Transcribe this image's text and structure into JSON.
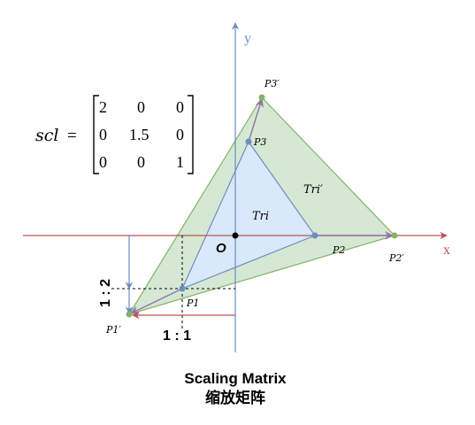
{
  "colors": {
    "x_axis": "#b85450",
    "y_axis": "#6c8ebf",
    "original_fill": "#dae8fc",
    "original_stroke": "#6c8ebf",
    "scaled_fill": "#d5e8d4",
    "scaled_stroke": "#82b366",
    "transform_arrow": "#9673a6",
    "scaled_point": "#82b366",
    "original_point": "#6c8ebf",
    "origin_point": "#000000"
  },
  "axes": {
    "x_label": "x",
    "y_label": "y",
    "origin_label": "O"
  },
  "matrix": {
    "name": "scl",
    "equals": "=",
    "rows": [
      [
        "2",
        "0",
        "0"
      ],
      [
        "0",
        "1.5",
        "0"
      ],
      [
        "0",
        "0",
        "1"
      ]
    ]
  },
  "triangles": {
    "original_label": "Tri",
    "scaled_label": "Tri′"
  },
  "points": {
    "p1": "P1",
    "p2": "P2",
    "p3": "P3",
    "p1s": "P1′",
    "p2s": "P2′",
    "p3s": "P3′"
  },
  "ratios": {
    "horizontal": "1 : 1",
    "vertical": "1 : 2"
  },
  "caption": {
    "title": "Scaling Matrix",
    "subtitle": "缩放矩阵"
  }
}
